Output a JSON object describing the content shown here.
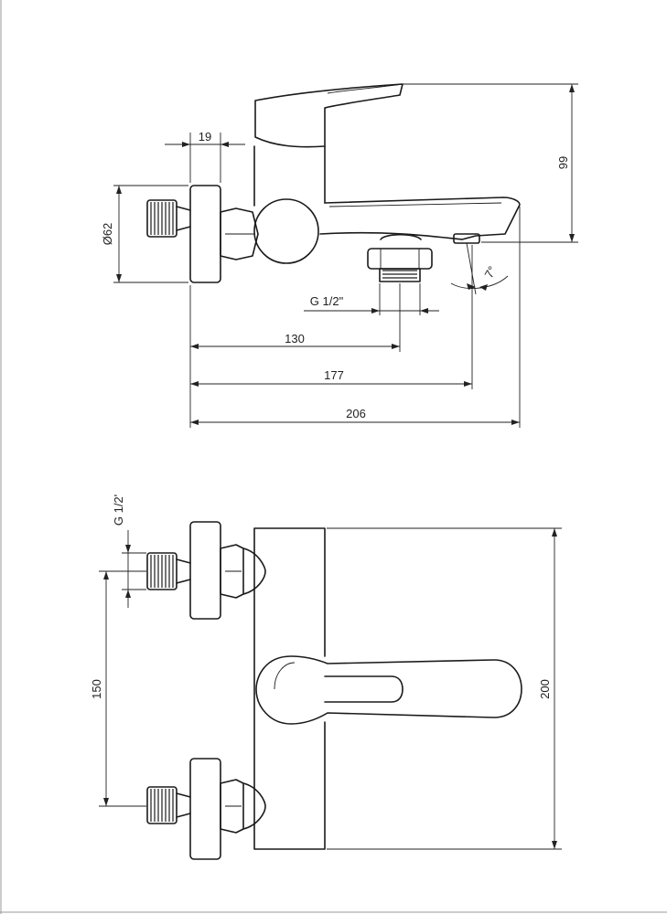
{
  "side_view": {
    "dim_nut_width": "19",
    "dim_diameter": "Ø62",
    "dim_height": "99",
    "dim_thread": "G 1/2\"",
    "dim_angle": "7°",
    "dim_to_outlet": "130",
    "dim_to_spout_tip": "177",
    "dim_total_length": "206"
  },
  "top_view": {
    "dim_thread": "G 1/2'",
    "dim_spacing": "150",
    "dim_total_height": "200"
  },
  "colors": {
    "line": "#1a1a1a",
    "border": "#9a9a9a"
  }
}
